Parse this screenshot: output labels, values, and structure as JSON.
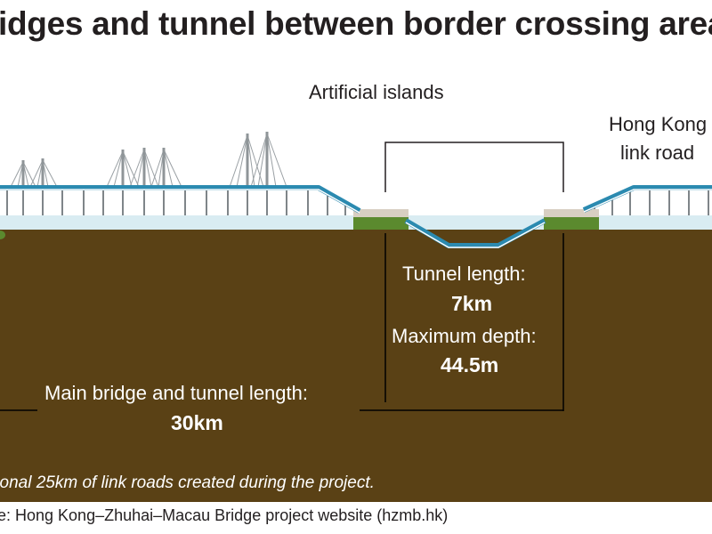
{
  "title": "idges and tunnel between border crossing area",
  "labels": {
    "artificial_islands": "Artificial islands",
    "hk_link_road_line1": "Hong Kong",
    "hk_link_road_line2": "link road",
    "tunnel_length_label": "Tunnel length:",
    "tunnel_length_value": "7km",
    "max_depth_label": "Maximum depth:",
    "max_depth_value": "44.5m",
    "main_length_label": "Main bridge and tunnel length:",
    "main_length_value": "30km"
  },
  "footnote": "tional 25km of link roads created during the project.",
  "source": "ce: Hong Kong–Zhuhai–Macau Bridge project website (hzmb.hk)",
  "colors": {
    "ground": "#5a4115",
    "water": "#d9ecf2",
    "road": "#2b8ab0",
    "island_top": "#d8cfc2",
    "island_base": "#5b8a2e",
    "pylon": "#8f9598"
  }
}
